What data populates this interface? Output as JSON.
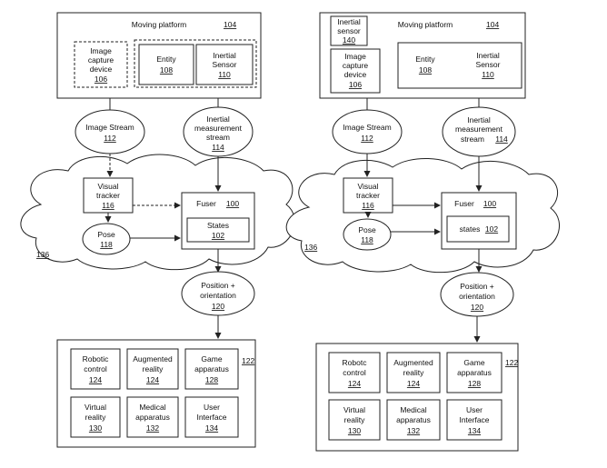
{
  "left": {
    "moving_platform": {
      "title": "Moving platform",
      "ref": "104"
    },
    "image_capture": {
      "line1": "Image",
      "line2": "capture",
      "line3": "device",
      "ref": "106"
    },
    "entity": {
      "label": "Entity",
      "ref": "108"
    },
    "inertial_sensor": {
      "line1": "Inertial",
      "line2": "Sensor",
      "ref": "110"
    },
    "image_stream": {
      "label": "Image Stream",
      "ref": "112"
    },
    "imu_stream": {
      "line1": "Inertial",
      "line2": "measurement",
      "line3": "stream",
      "ref": "114"
    },
    "visual_tracker": {
      "line1": "Visual",
      "line2": "tracker",
      "ref": "116"
    },
    "pose": {
      "label": "Pose",
      "ref": "118"
    },
    "fuser": {
      "label": "Fuser",
      "ref": "100"
    },
    "states": {
      "label": "States",
      "ref": "102"
    },
    "cloud_ref": "136",
    "position": {
      "line1": "Position +",
      "line2": "orientation",
      "ref": "120"
    },
    "apps_ref": "122",
    "apps": [
      {
        "line1": "Robotic",
        "line2": "control",
        "ref": "124"
      },
      {
        "line1": "Augmented",
        "line2": "reality",
        "ref": "124"
      },
      {
        "line1": "Game",
        "line2": "apparatus",
        "ref": "128"
      },
      {
        "line1": "Virtual",
        "line2": "reality",
        "ref": "130"
      },
      {
        "line1": "Medical",
        "line2": "apparatus",
        "ref": "132"
      },
      {
        "line1": "User",
        "line2": "Interface",
        "ref": "134"
      }
    ]
  },
  "right": {
    "moving_platform": {
      "title": "Moving platform",
      "ref": "104"
    },
    "inertial_sensor_140": {
      "line1": "Inertial",
      "line2": "sensor",
      "ref": "140"
    },
    "image_capture": {
      "line1": "Image",
      "line2": "capture",
      "line3": "device",
      "ref": "106"
    },
    "entity": {
      "label": "Entity",
      "ref": "108"
    },
    "inertial_sensor": {
      "line1": "Inertial",
      "line2": "Sensor",
      "ref": "110"
    },
    "image_stream": {
      "label": "Image Stream",
      "ref": "112"
    },
    "imu_stream": {
      "line1": "Inertial",
      "line2": "measurement",
      "line3": "stream",
      "ref": "114"
    },
    "visual_tracker": {
      "line1": "Visual",
      "line2": "tracker",
      "ref": "116"
    },
    "pose": {
      "label": "Pose",
      "ref": "118"
    },
    "fuser": {
      "label": "Fuser",
      "ref": "100"
    },
    "states": {
      "label": "states",
      "ref": "102"
    },
    "cloud_ref": "136",
    "position": {
      "line1": "Position +",
      "line2": "orientation",
      "ref": "120"
    },
    "apps_ref": "122",
    "apps": [
      {
        "line1": "Robotc",
        "line2": "control",
        "ref": "124"
      },
      {
        "line1": "Augmented",
        "line2": "reality",
        "ref": "124"
      },
      {
        "line1": "Game",
        "line2": "apparatus",
        "ref": "128"
      },
      {
        "line1": "Virtual",
        "line2": "reality",
        "ref": "130"
      },
      {
        "line1": "Medical",
        "line2": "apparatus",
        "ref": "132"
      },
      {
        "line1": "User",
        "line2": "Interface",
        "ref": "134"
      }
    ]
  }
}
